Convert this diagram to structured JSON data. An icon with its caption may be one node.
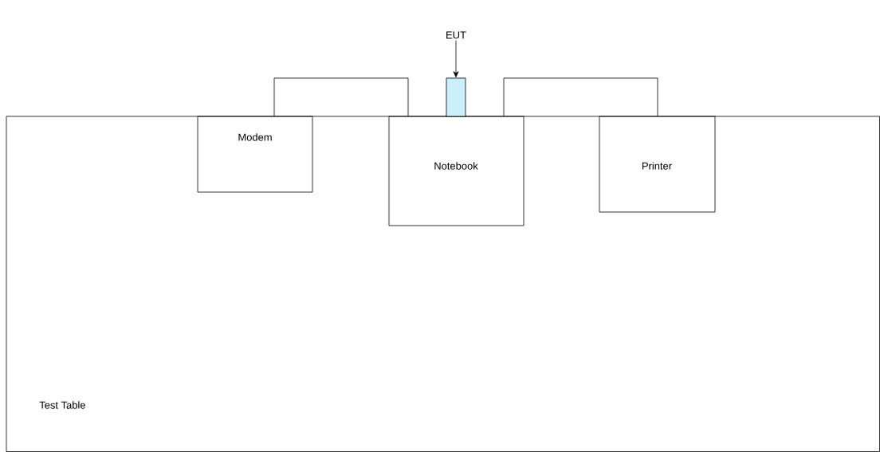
{
  "diagram": {
    "nodes": [
      {
        "text": [
          "Test Table"
        ]
      },
      {
        "text": [
          "Modem"
        ],
        "in": 0
      },
      {
        "text": [
          "Notebook"
        ],
        "in": 0
      },
      {
        "text": [
          "Printer"
        ],
        "in": 0
      },
      {
        "text": [],
        "shape": "box"
      },
      {
        "text": [
          "EUT"
        ]
      }
    ],
    "edges": [
      {
        "from": 1,
        "to": 2,
        "arrow": "none"
      },
      {
        "from": 2,
        "to": 3,
        "arrow": "none"
      },
      {
        "from": 5,
        "to": 4,
        "arrow": "to"
      }
    ]
  }
}
